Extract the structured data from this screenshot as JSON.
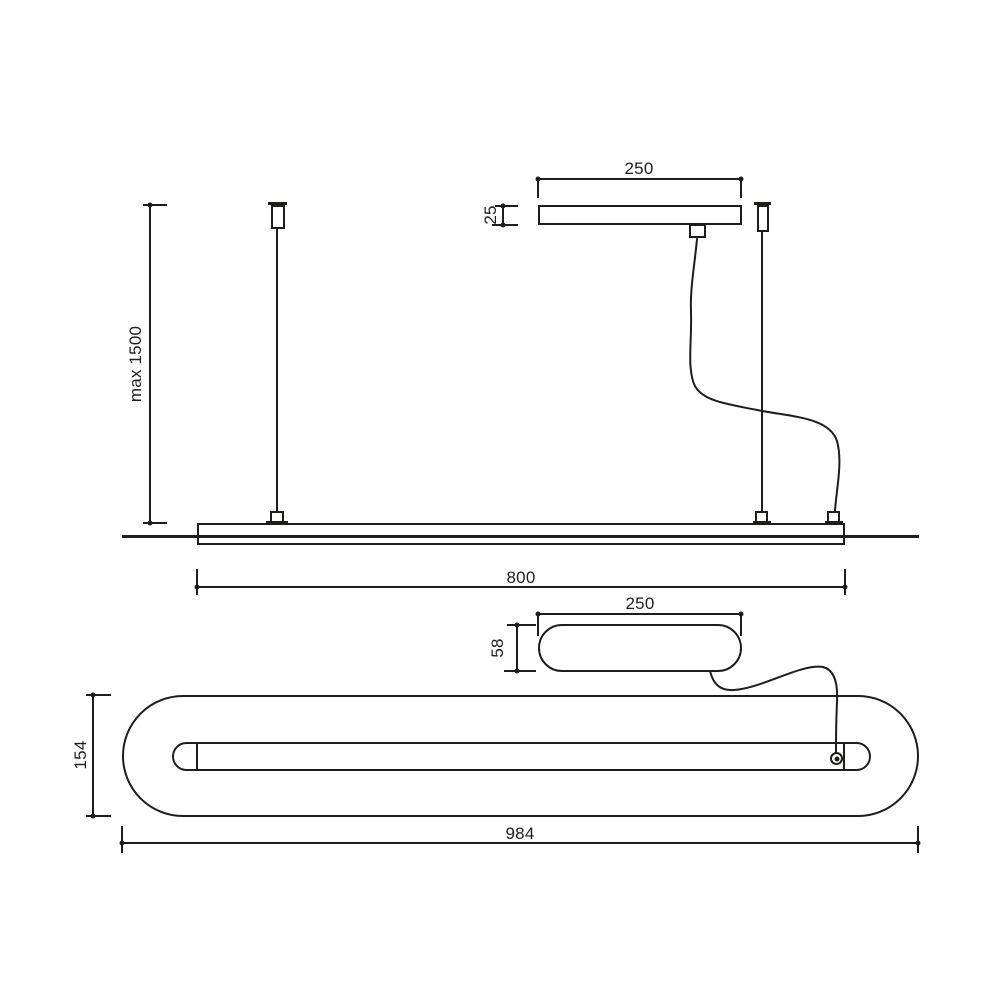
{
  "meta": {
    "drawing_type": "pendant-lamp-dimension-drawing",
    "line_color": "#1d1d1b",
    "background_color": "#ffffff"
  },
  "side_view": {
    "canopy_width": "250",
    "canopy_height": "25",
    "max_suspension": "max 1500",
    "bar_width": "800"
  },
  "top_view": {
    "canopy_width": "250",
    "canopy_depth": "58",
    "lamp_depth": "154",
    "lamp_width": "984"
  }
}
